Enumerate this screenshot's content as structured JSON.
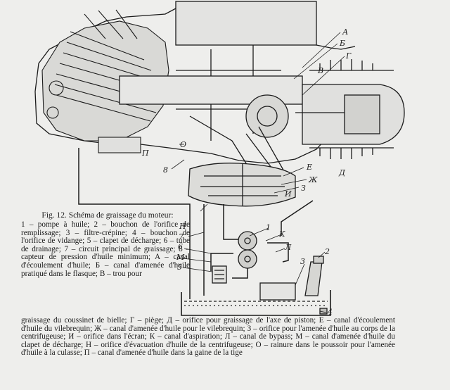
{
  "figure": {
    "title": "Fig. 12. Schéma de graissage du moteur:",
    "caption_part1": "1 – pompe à huile; 2 – bouchon de l'orifice de remplissage; 3 – filtre-crépine; 4 – bouchon de l'orifice de vidange; 5 – clapet de décharge; 6 – tube de drainage; 7 – circuit principal de graissage; 8 – capteur de pression d'huile minimum; A – canal d'écoulement d'huile; Б – canal d'amenée d'huile pratiqué dans le flasque; В – trou pour",
    "caption_part2": "graissage du coussinet de bielle; Г – piège; Д – orifice pour graissage de l'axe de piston; Е – canal d'écoulement d'huile du vilebrequin; Ж – canal d'amenée d'huile pour le vilebrequin; З – orifice pour l'amenée d'huile au corps de la centrifugeuse; И – orifice dans l'écran; К – canal d'aspiration; Л – canal de bypass; М – canal d'amenée d'huile du clapet de décharge; Н – orifice d'évacuation d'huile de la centrifugeuse; О – rainure dans le poussoir pour l'amenée d'huile à la culasse; П – canal d'amenée d'huile dans la gaine de la tige"
  },
  "callouts": {
    "A": "А",
    "B": "Б",
    "V": "В",
    "G": "Г",
    "D": "Д",
    "E": "Е",
    "Zh": "Ж",
    "Z": "З",
    "I": "И",
    "K": "К",
    "L": "Л",
    "M": "М",
    "N": "Н",
    "O": "О",
    "P": "П",
    "n1": "1",
    "n2": "2",
    "n3": "3",
    "n4": "4",
    "n5": "5",
    "n6": "6",
    "n7": "7",
    "n8": "8"
  },
  "colors": {
    "paper": "#eeeeec",
    "ink": "#1a1a1a"
  }
}
